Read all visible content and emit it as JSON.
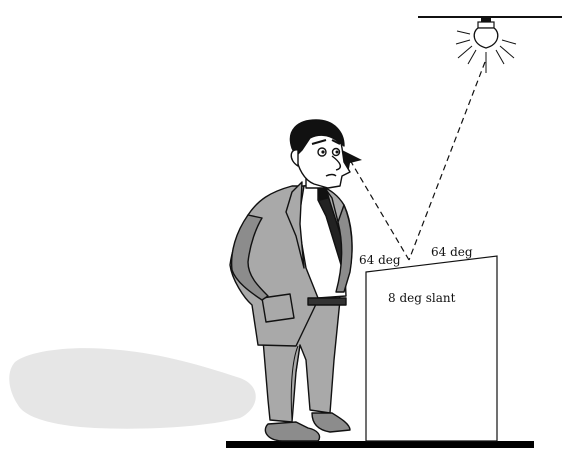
{
  "labels": {
    "angle_left": "64 deg",
    "angle_right": "64 deg",
    "slant": "8 deg slant"
  },
  "colors": {
    "line": "#111111",
    "suit": "#a9a9a9",
    "suit_dark": "#8c8c8c",
    "tie": "#222222",
    "skin": "#ffffff",
    "shadow": "#e6e6e6",
    "floor": "#000000"
  },
  "icons": {
    "light": "light-bulb-icon",
    "eye_arrow": "arrowhead-icon"
  }
}
